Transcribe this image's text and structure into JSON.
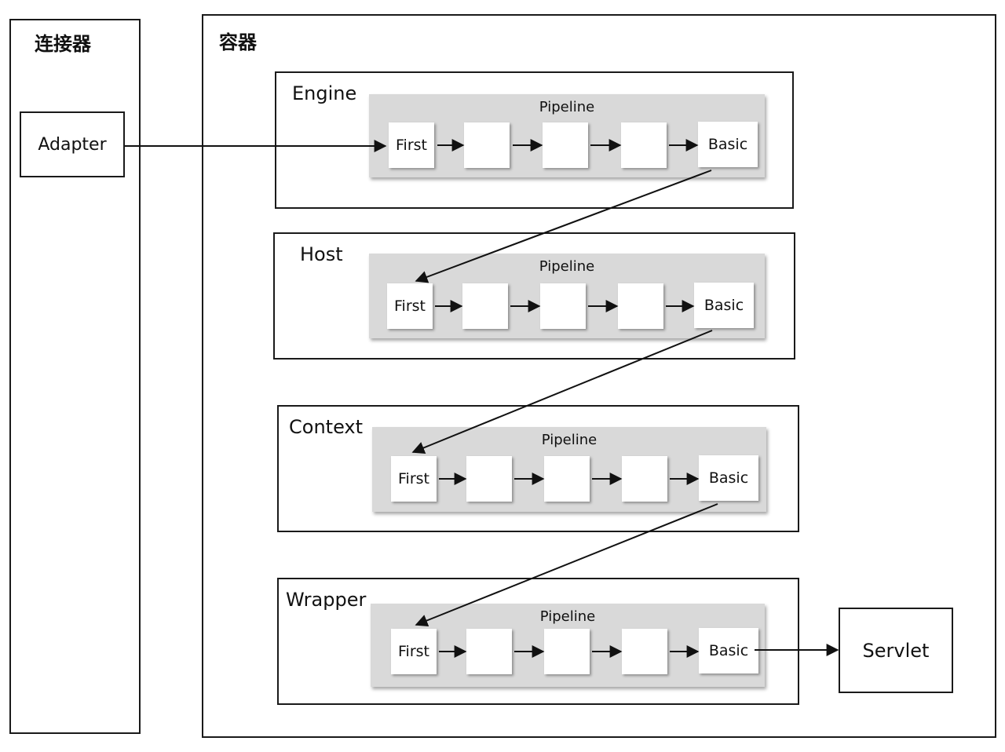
{
  "connector": {
    "title": "连接器",
    "adapter": "Adapter"
  },
  "container": {
    "title": "容器"
  },
  "stages": [
    {
      "name": "Engine",
      "pipeline": "Pipeline",
      "first": "First",
      "basic": "Basic"
    },
    {
      "name": "Host",
      "pipeline": "Pipeline",
      "first": "First",
      "basic": "Basic"
    },
    {
      "name": "Context",
      "pipeline": "Pipeline",
      "first": "First",
      "basic": "Basic"
    },
    {
      "name": "Wrapper",
      "pipeline": "Pipeline",
      "first": "First",
      "basic": "Basic"
    }
  ],
  "servlet": "Servlet"
}
